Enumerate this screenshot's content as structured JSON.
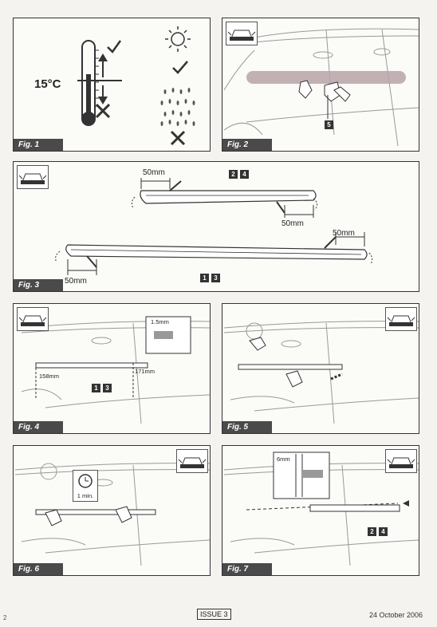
{
  "figures": {
    "fig1": {
      "label": "Fig. 1",
      "temperature": "15°C"
    },
    "fig2": {
      "label": "Fig. 2",
      "tag": "5"
    },
    "fig3": {
      "label": "Fig. 3",
      "measure_top_left": "50mm",
      "measure_top_right": "50mm",
      "measure_bottom_right": "50mm",
      "measure_bottom_left": "50mm",
      "tag_top_a": "2",
      "tag_top_b": "4",
      "tag_bottom_a": "1",
      "tag_bottom_b": "3"
    },
    "fig4": {
      "label": "Fig. 4",
      "measure_gap": "1.5mm",
      "measure_height_left": "158mm",
      "measure_height_right": "171mm",
      "tag_a": "1",
      "tag_b": "3"
    },
    "fig5": {
      "label": "Fig. 5"
    },
    "fig6": {
      "label": "Fig. 6",
      "timer_text": "1 min."
    },
    "fig7": {
      "label": "Fig. 7",
      "measure_gap": "6mm",
      "tag_a": "2",
      "tag_b": "4"
    }
  },
  "footer": {
    "page_number": "2",
    "issue": "ISSUE 3",
    "date": "24 October 2006"
  }
}
